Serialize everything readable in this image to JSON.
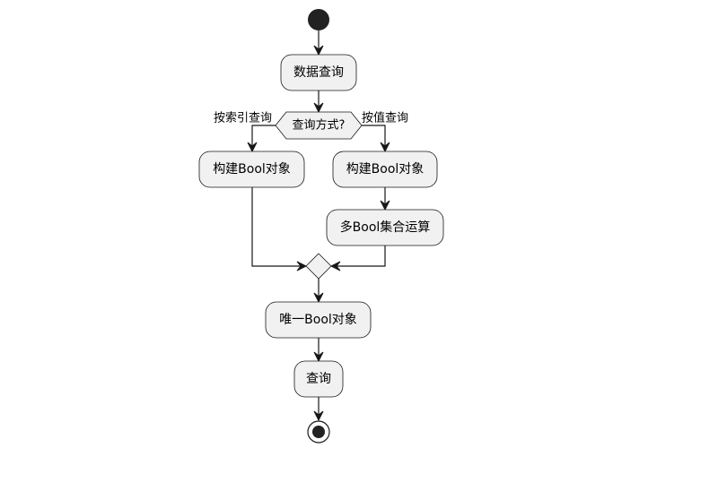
{
  "nodes": {
    "data_query": "数据查询",
    "decision": "查询方式?",
    "build_bool_left": "构建Bool对象",
    "build_bool_right": "构建Bool对象",
    "multi_bool": "多Bool集合运算",
    "unique_bool": "唯一Bool对象",
    "query": "查询"
  },
  "branches": {
    "left": "按索引查询",
    "right": "按值查询"
  }
}
